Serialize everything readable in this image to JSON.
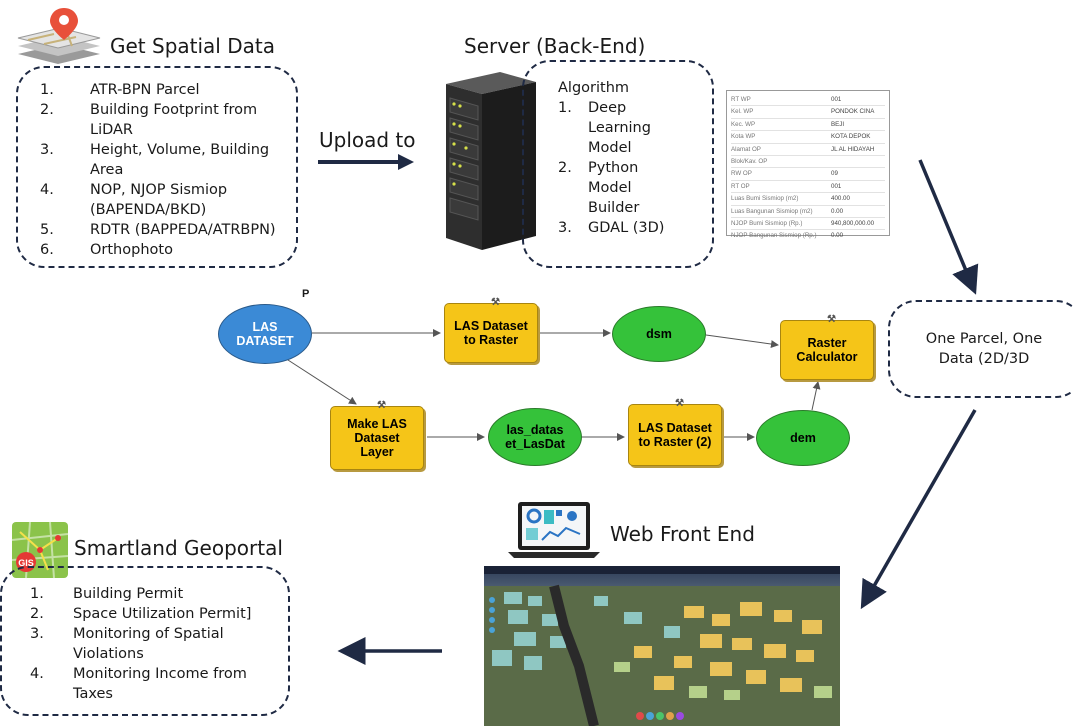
{
  "get_spatial_data": {
    "title": "Get Spatial Data",
    "items": [
      {
        "num": "1.",
        "text": "ATR-BPN Parcel"
      },
      {
        "num": "2.",
        "text": "Building Footprint from LiDAR"
      },
      {
        "num": "3.",
        "text": "Height, Volume, Building Area"
      },
      {
        "num": "4.",
        "text": "NOP, NJOP Sismiop (BAPENDA/BKD)"
      },
      {
        "num": "5.",
        "text": "RDTR (BAPPEDA/ATRBPN)"
      },
      {
        "num": "6.",
        "text": "Orthophoto"
      }
    ]
  },
  "upload_label": "Upload to",
  "server": {
    "title": "Server (Back-End)",
    "algorithm_label": "Algorithm",
    "items": [
      {
        "num": "1.",
        "text": "Deep Learning Model"
      },
      {
        "num": "2.",
        "text": "Python Model Builder"
      },
      {
        "num": "3.",
        "text": "GDAL (3D)"
      }
    ]
  },
  "attribute_table": [
    {
      "k": "RT WP",
      "v": "001"
    },
    {
      "k": "Kel. WP",
      "v": "PONDOK CINA"
    },
    {
      "k": "Kec. WP",
      "v": "BEJI"
    },
    {
      "k": "Kota WP",
      "v": "KOTA DEPOK"
    },
    {
      "k": "Alamat OP",
      "v": "JL AL HIDAYAH"
    },
    {
      "k": "Blok/Kav. OP",
      "v": ""
    },
    {
      "k": "RW OP",
      "v": "09"
    },
    {
      "k": "RT OP",
      "v": "001"
    },
    {
      "k": "Luas Bumi Sismiop (m2)",
      "v": "400.00"
    },
    {
      "k": "Luas Bangunan Sismiop (m2)",
      "v": "0.00"
    },
    {
      "k": "NJOP Bumi Sismiop (Rp.)",
      "v": "940,800,000.00"
    },
    {
      "k": "NJOP Bangunan Sismiop (Rp.)",
      "v": "0.00"
    }
  ],
  "model": {
    "p_label": "P",
    "las_dataset": "LAS DATASET",
    "las_to_raster": "LAS Dataset to Raster",
    "dsm": "dsm",
    "raster_calculator": "Raster Calculator",
    "make_las": "Make LAS Dataset Layer",
    "las_datas": "las_datas et_LasDat",
    "las_to_raster_2": "LAS Dataset to Raster (2)",
    "dem": "dem"
  },
  "one_parcel": "One Parcel, One Data (2D/3D",
  "web_front_end": "Web Front End",
  "smartland": {
    "title": "Smartland Geoportal",
    "logo_text": "GIS",
    "items": [
      {
        "num": "1.",
        "text": "Building Permit"
      },
      {
        "num": "2.",
        "text": "Space Utilization Permit]"
      },
      {
        "num": "3.",
        "text": "Monitoring of Spatial Violations"
      },
      {
        "num": "4.",
        "text": "Monitoring Income from Taxes"
      }
    ]
  },
  "colors": {
    "border": "#1f2a44",
    "blue_node": "#3b8ad6",
    "green_node": "#35c23a",
    "yellow_node": "#f5c518"
  }
}
